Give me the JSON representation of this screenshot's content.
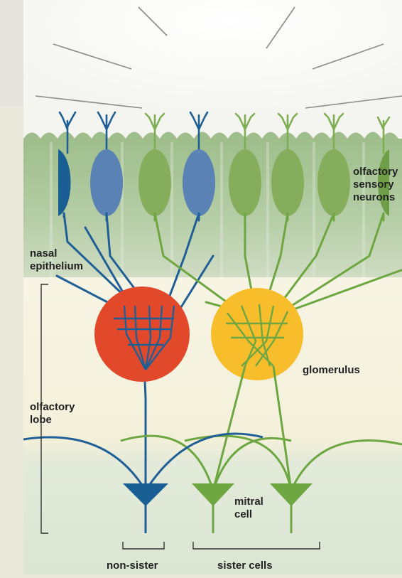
{
  "labels": {
    "olfactory_sensor_neurons": [
      "olfactory",
      "sensory",
      "neurons"
    ],
    "nasal_epithelium": [
      "nasal",
      "epithelium"
    ],
    "olfactory_lobe": [
      "olfactory",
      "lobe"
    ],
    "glomerulus": "glomerulus",
    "mitral_cell": [
      "mitral",
      "cell"
    ],
    "non_sister": "non-sister",
    "sister_cells": "sister cells"
  },
  "colors": {
    "blue_neuron": "#5b82b4",
    "dark_blue": "#1a5f94",
    "green_neuron": "#86ad5c",
    "green_axon": "#6ea642",
    "red_glomerulus": "#e2492a",
    "yellow_glomerulus": "#f7bd2b",
    "epithelium": "#a9c498",
    "lobe_top": "#f6f3e2",
    "lobe_bottom": "#dfe7d7"
  },
  "neurons": [
    {
      "color": "dark_blue",
      "half": true,
      "glomerulus": "red"
    },
    {
      "color": "blue",
      "glomerulus": "red"
    },
    {
      "color": "green",
      "glomerulus": "yellow"
    },
    {
      "color": "blue",
      "glomerulus": "red"
    },
    {
      "color": "green",
      "glomerulus": "yellow"
    },
    {
      "color": "green",
      "glomerulus": "yellow"
    },
    {
      "color": "green",
      "glomerulus": "yellow"
    },
    {
      "color": "green",
      "half": true,
      "glomerulus": "yellow"
    }
  ]
}
